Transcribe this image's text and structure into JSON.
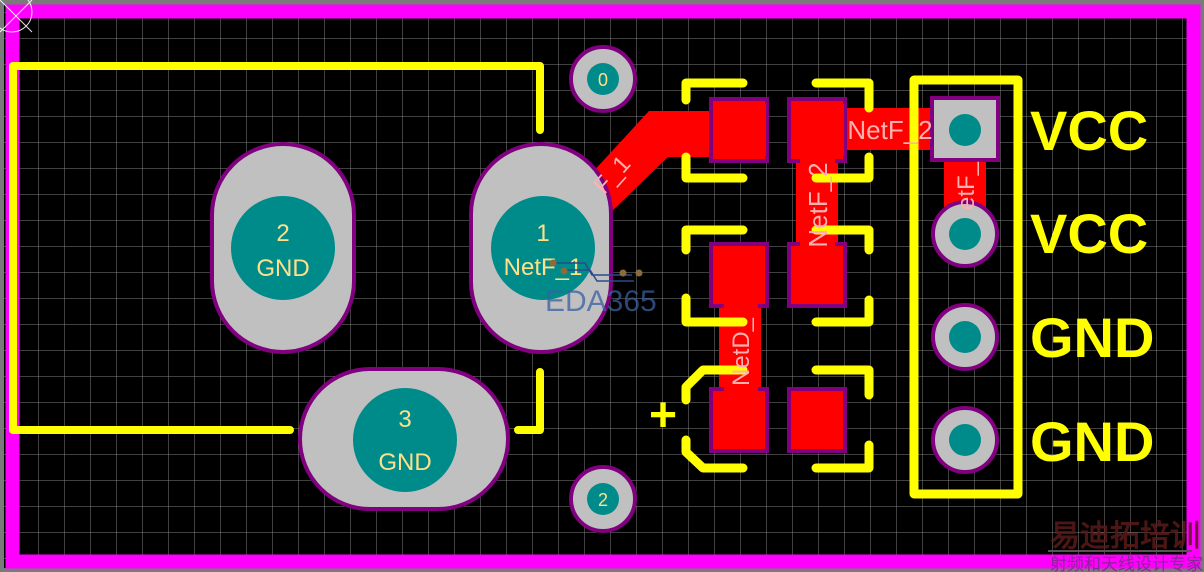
{
  "app": {
    "view": "PCB layout editor"
  },
  "colors": {
    "background": "#000000",
    "grid": "#808080",
    "board_outline": "#ff00ff",
    "silkscreen": "#ffff00",
    "top_copper": "#ff0000",
    "pad_copper": "#c0c0c0",
    "pad_outline": "#800080",
    "hole": "#008b8b",
    "pad_text": "#ffe08a",
    "net_text": "#ffb0b0"
  },
  "components": {
    "dc_jack": {
      "pads": [
        {
          "number": "1",
          "net": "NetF_1"
        },
        {
          "number": "2",
          "net": "GND"
        },
        {
          "number": "3",
          "net": "GND"
        }
      ]
    },
    "mounting_holes": [
      {
        "label": "0"
      },
      {
        "label": "2"
      }
    ],
    "header": {
      "pins": [
        {
          "label": "VCC"
        },
        {
          "label": "VCC"
        },
        {
          "label": "GND"
        },
        {
          "label": "GND"
        }
      ]
    },
    "polarity_mark": "+"
  },
  "nets": {
    "trace_netf1": "F_1",
    "trace_netf2_h": "NetF_2",
    "trace_netf2_v": "NetF_2",
    "trace_netf_header": "etF_",
    "trace_netd": "NetD_"
  },
  "overlay": {
    "eda_logo": "EDA365",
    "watermark_top": "易迪拓培训",
    "watermark_bottom": "射频和天线设计专家"
  }
}
